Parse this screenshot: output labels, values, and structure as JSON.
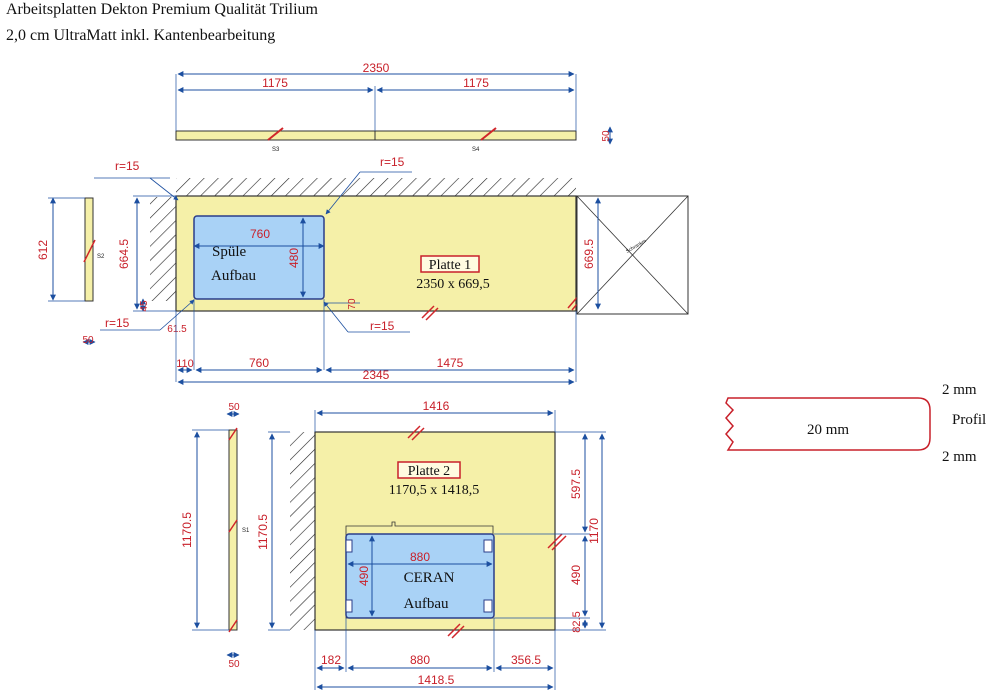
{
  "header": {
    "title": "Arbeitsplatten Dekton Premium Qualität Trilium",
    "subtitle": "2,0 cm UltraMatt inkl. Kantenbearbeitung"
  },
  "strip_top": {
    "dims": {
      "total": "2350",
      "left": "1175",
      "right": "1175",
      "thick": "50"
    },
    "labels": {
      "left": "S3",
      "right": "S4"
    }
  },
  "plate1": {
    "name": "Platte 1",
    "size": "2350 x 669,5",
    "sink_line1": "Spüle",
    "sink_line2": "Aufbau",
    "sink_w": "760",
    "sink_h": "480",
    "dims": {
      "left_h": "664.5",
      "right_h": "669.5",
      "left_small": "45",
      "bottom_small": "70",
      "gap_left": "61.5",
      "b_110": "110",
      "b_760": "760",
      "b_1475": "1475",
      "total": "2345"
    },
    "radii": {
      "r1": "r=15",
      "r2": "r=15",
      "r3": "r=15",
      "r4": "r=15"
    },
    "box_label": "Schrankm"
  },
  "strip_s2": {
    "h": "612",
    "thick": "50",
    "label": "S2"
  },
  "strip_s1": {
    "h": "1170.5",
    "thick_top": "50",
    "thick_bottom": "50",
    "label": "S1"
  },
  "plate2": {
    "name": "Platte 2",
    "size": "1170,5 x 1418,5",
    "cooktop_line1": "CERAN",
    "cooktop_line2": "Aufbau",
    "cooktop_w": "880",
    "cooktop_h": "490",
    "dims": {
      "top": "1416",
      "left_h": "1170.5",
      "r_597": "597.5",
      "r_490": "490",
      "r_82": "82.5",
      "r_1170": "1170",
      "b_182": "182",
      "b_880": "880",
      "b_356": "356.5",
      "total": "1418.5"
    }
  },
  "profile": {
    "thickness": "20 mm",
    "top": "2 mm",
    "bottom": "2 mm",
    "label": "Profil"
  },
  "colors": {
    "plate": "#f5f0a8",
    "sink": "#a9d2f6",
    "dim": "#1c4fa0",
    "dimtext": "#c8202a",
    "red": "#d1262b"
  }
}
